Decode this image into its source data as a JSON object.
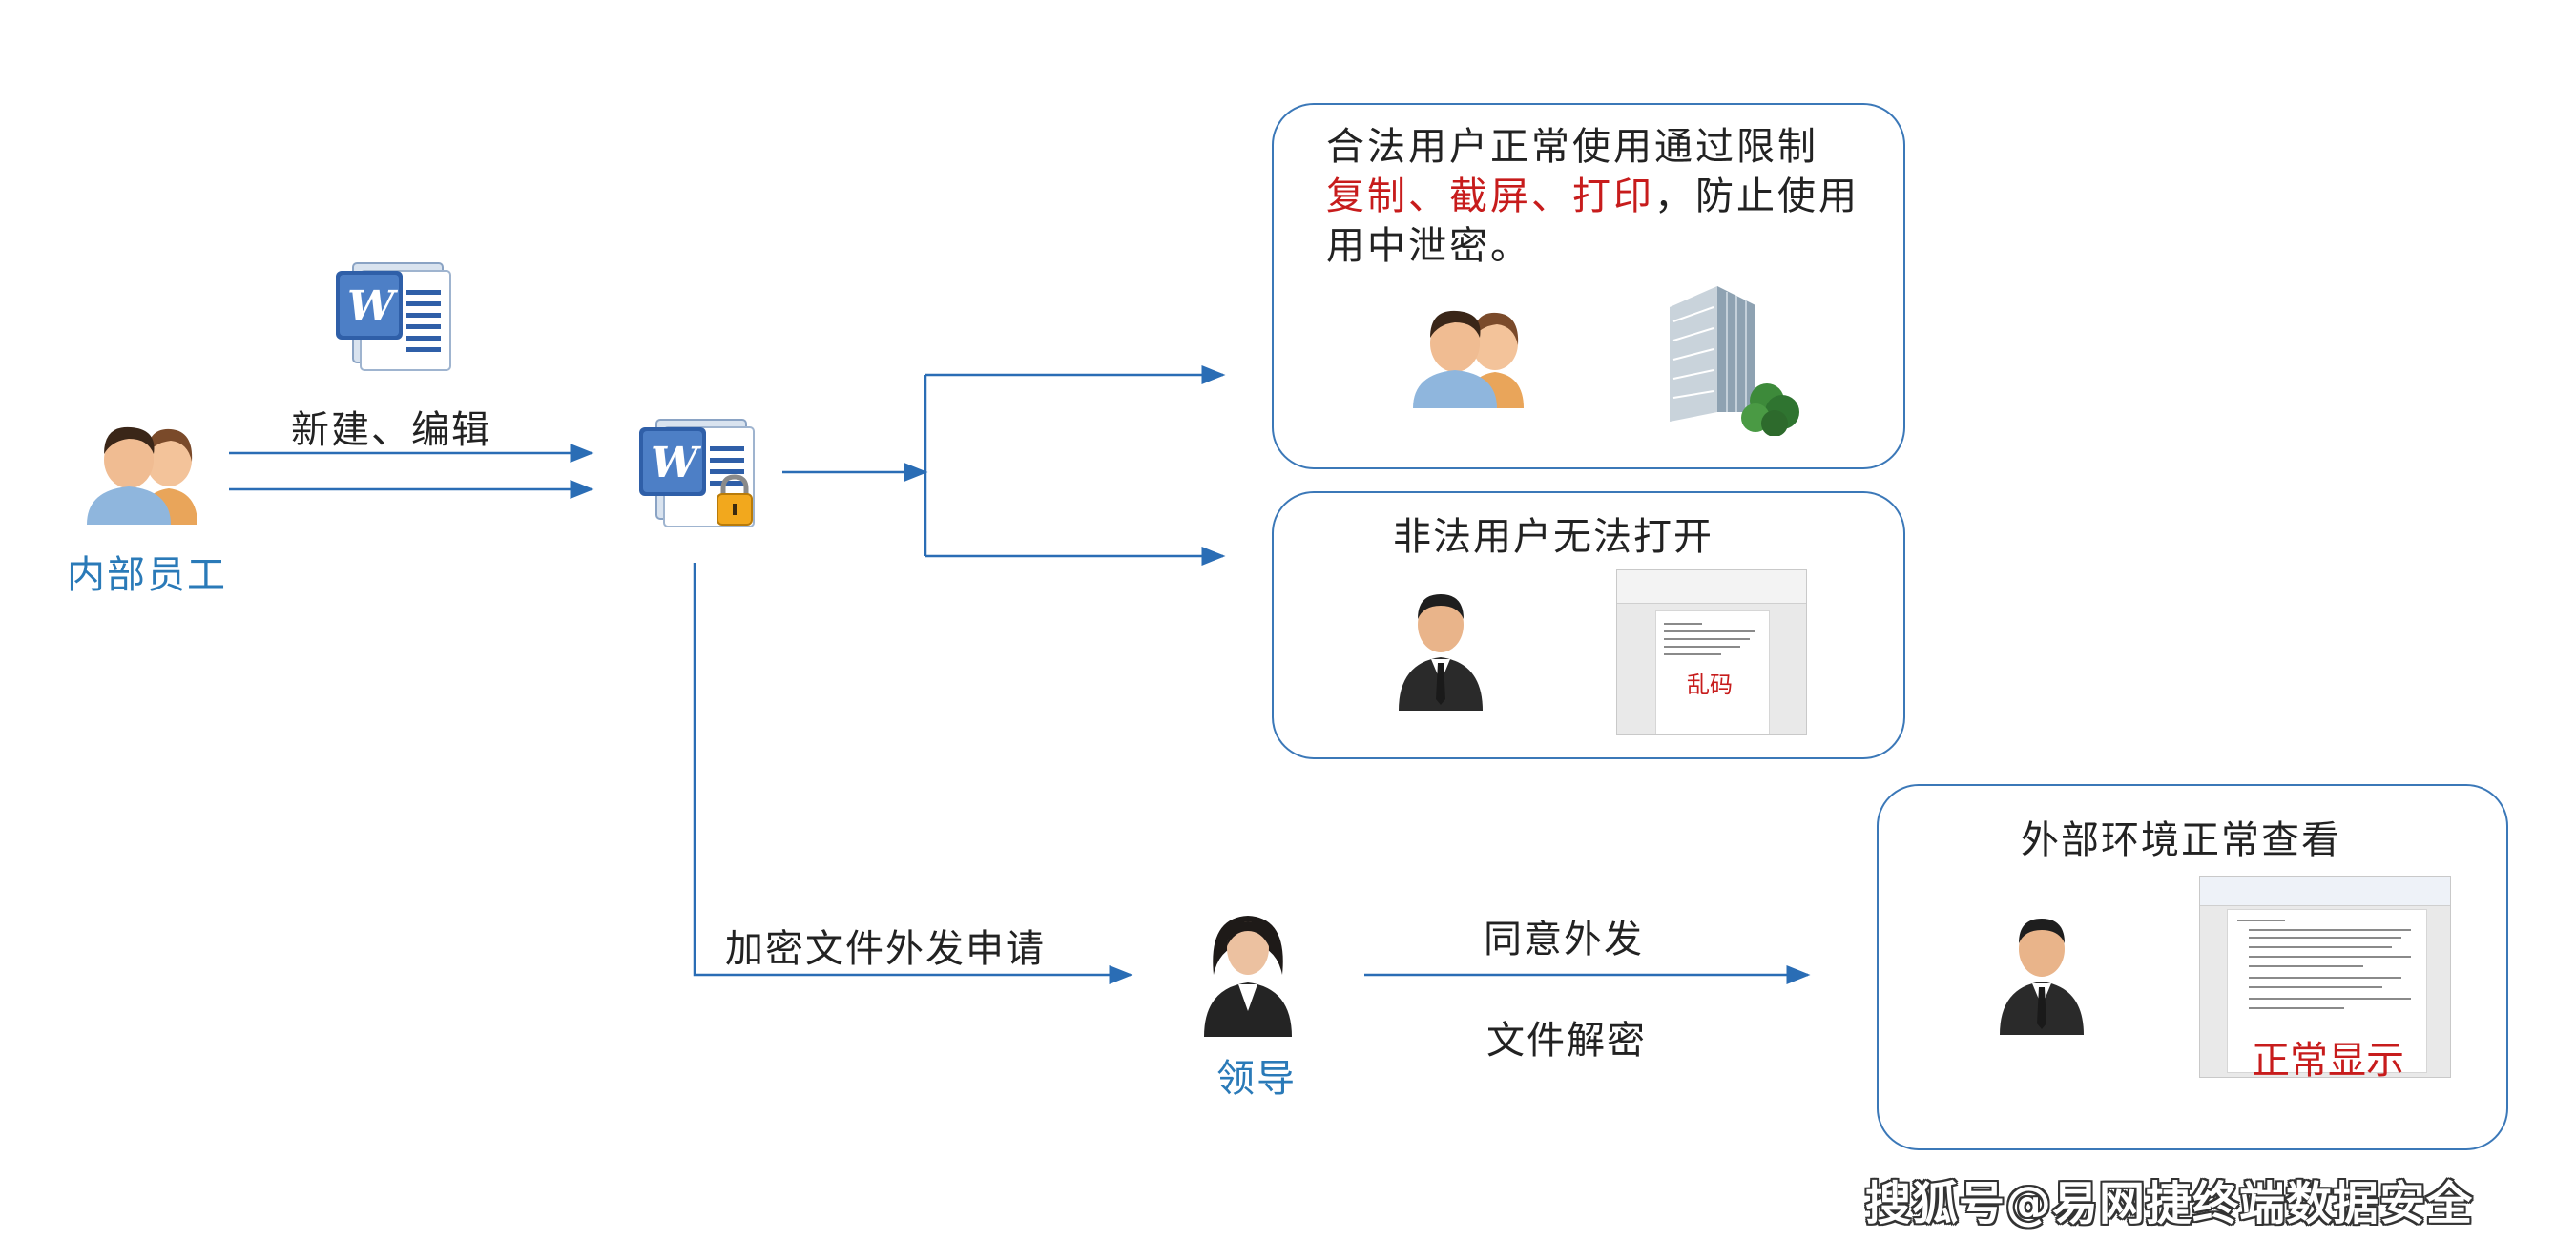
{
  "left": {
    "staff_label": "内部员工",
    "action_label": "新建、编辑"
  },
  "box_legal": {
    "line1": "合法用户正常使用通过限制",
    "red_text": "复制、截屏、打印",
    "line2_tail": "，防止使用",
    "line3": "用中泄密。"
  },
  "box_illegal": {
    "title": "非法用户无法打开",
    "garbled_label": "乱码"
  },
  "bottom": {
    "request_label": "加密文件外发申请",
    "leader_label": "领导",
    "agree_label": "同意外发",
    "decrypt_label": "文件解密"
  },
  "box_external": {
    "title": "外部环境正常查看",
    "normal_label": "正常显示"
  },
  "watermark": "搜狐号@易网捷终端数据安全",
  "colors": {
    "arrow": "#2a6db5",
    "box_border": "#3b78b8",
    "accent_blue": "#2a7ab8",
    "red": "#c71c1c"
  }
}
